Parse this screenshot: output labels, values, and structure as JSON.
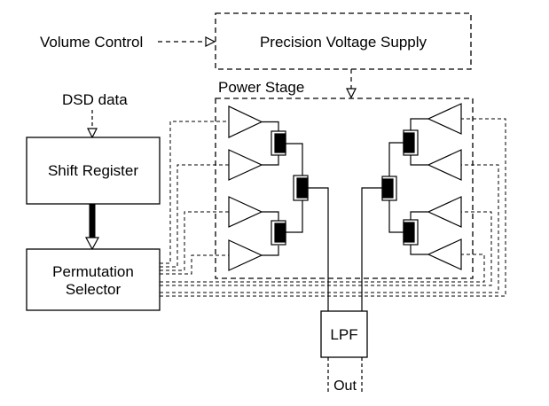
{
  "diagram": {
    "labels": {
      "volume_control": "Volume Control",
      "precision_voltage_supply": "Precision Voltage Supply",
      "power_stage": "Power Stage",
      "dsd_data": "DSD data",
      "shift_register": "Shift Register",
      "permutation_selector_line1": "Permutation",
      "permutation_selector_line2": "Selector",
      "lpf": "LPF",
      "out": "Out"
    },
    "colors": {
      "line": "#000000",
      "background": "#ffffff"
    },
    "counts": {
      "amplifiers_per_side": 4,
      "sides": 2
    }
  }
}
